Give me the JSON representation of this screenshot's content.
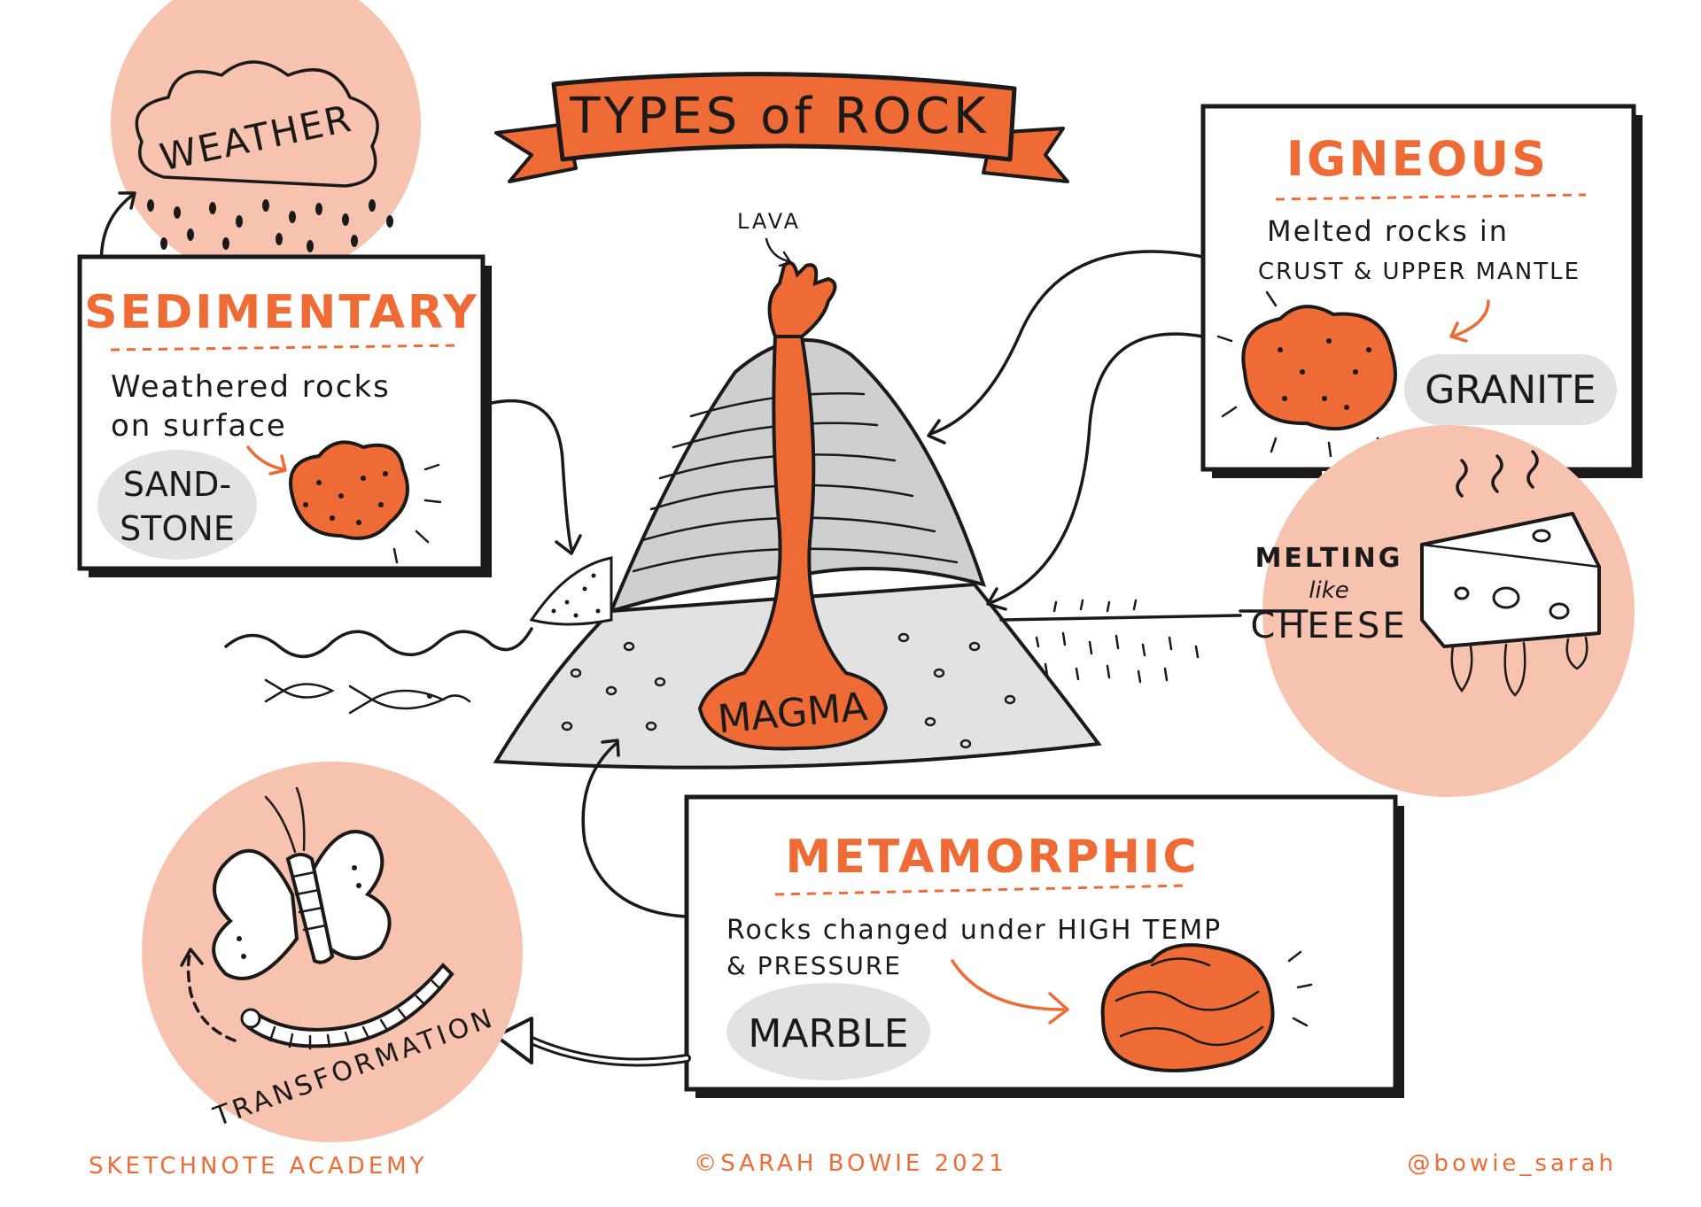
{
  "title": "TYPES of ROCK",
  "lava_label": "LAVA",
  "magma_label": "MAGMA",
  "weather": {
    "label": "WEATHER"
  },
  "sedimentary": {
    "heading": "SEDIMENTARY",
    "desc_line1": "Weathered rocks",
    "desc_line2": "on surface",
    "example_line1": "SAND-",
    "example_line2": "STONE"
  },
  "igneous": {
    "heading": "IGNEOUS",
    "desc_line1": "Melted rocks in",
    "desc_line2": "CRUST & UPPER MANTLE",
    "example": "GRANITE"
  },
  "melting": {
    "line1": "MELTING",
    "line2": "like",
    "line3": "CHEESE"
  },
  "metamorphic": {
    "heading": "METAMORPHIC",
    "desc_line1": "Rocks changed under HIGH TEMP",
    "desc_line2": "& PRESSURE",
    "example": "MARBLE"
  },
  "transformation": {
    "label": "TRANSFORMATION"
  },
  "footer": {
    "left": "SKETCHNOTE ACADEMY",
    "center": "©SARAH BOWIE 2021",
    "right": "@bowie_sarah"
  },
  "colors": {
    "orange": "#ef6b35",
    "peach": "#f7c3ae",
    "gray": "#e3e2e2",
    "ink": "#1a1a1a"
  }
}
